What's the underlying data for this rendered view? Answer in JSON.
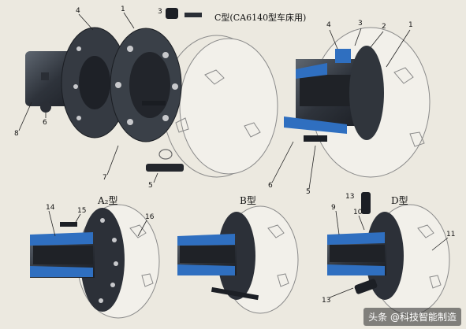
{
  "header": {
    "title": "C型(CA6140型车床用)"
  },
  "sections": [
    {
      "id": "a2",
      "label": "A₂型"
    },
    {
      "id": "b",
      "label": "B型"
    },
    {
      "id": "d",
      "label": "D型"
    }
  ],
  "callouts": {
    "c_left": [
      "4",
      "1",
      "3",
      "8",
      "6",
      "7",
      "5"
    ],
    "c_right": [
      "4",
      "3",
      "2",
      "1",
      "6",
      "5"
    ],
    "a2": [
      "14",
      "15",
      "16"
    ],
    "d": [
      "13",
      "9",
      "10",
      "11",
      "13"
    ]
  },
  "watermark": {
    "text": "头条 @科技智能制造"
  },
  "colors": {
    "metal_dark": "#2c3038",
    "metal_mid": "#4b525c",
    "cut_blue": "#2f6fc0",
    "outline": "#8a8a8a",
    "background": "#ece9e0"
  }
}
